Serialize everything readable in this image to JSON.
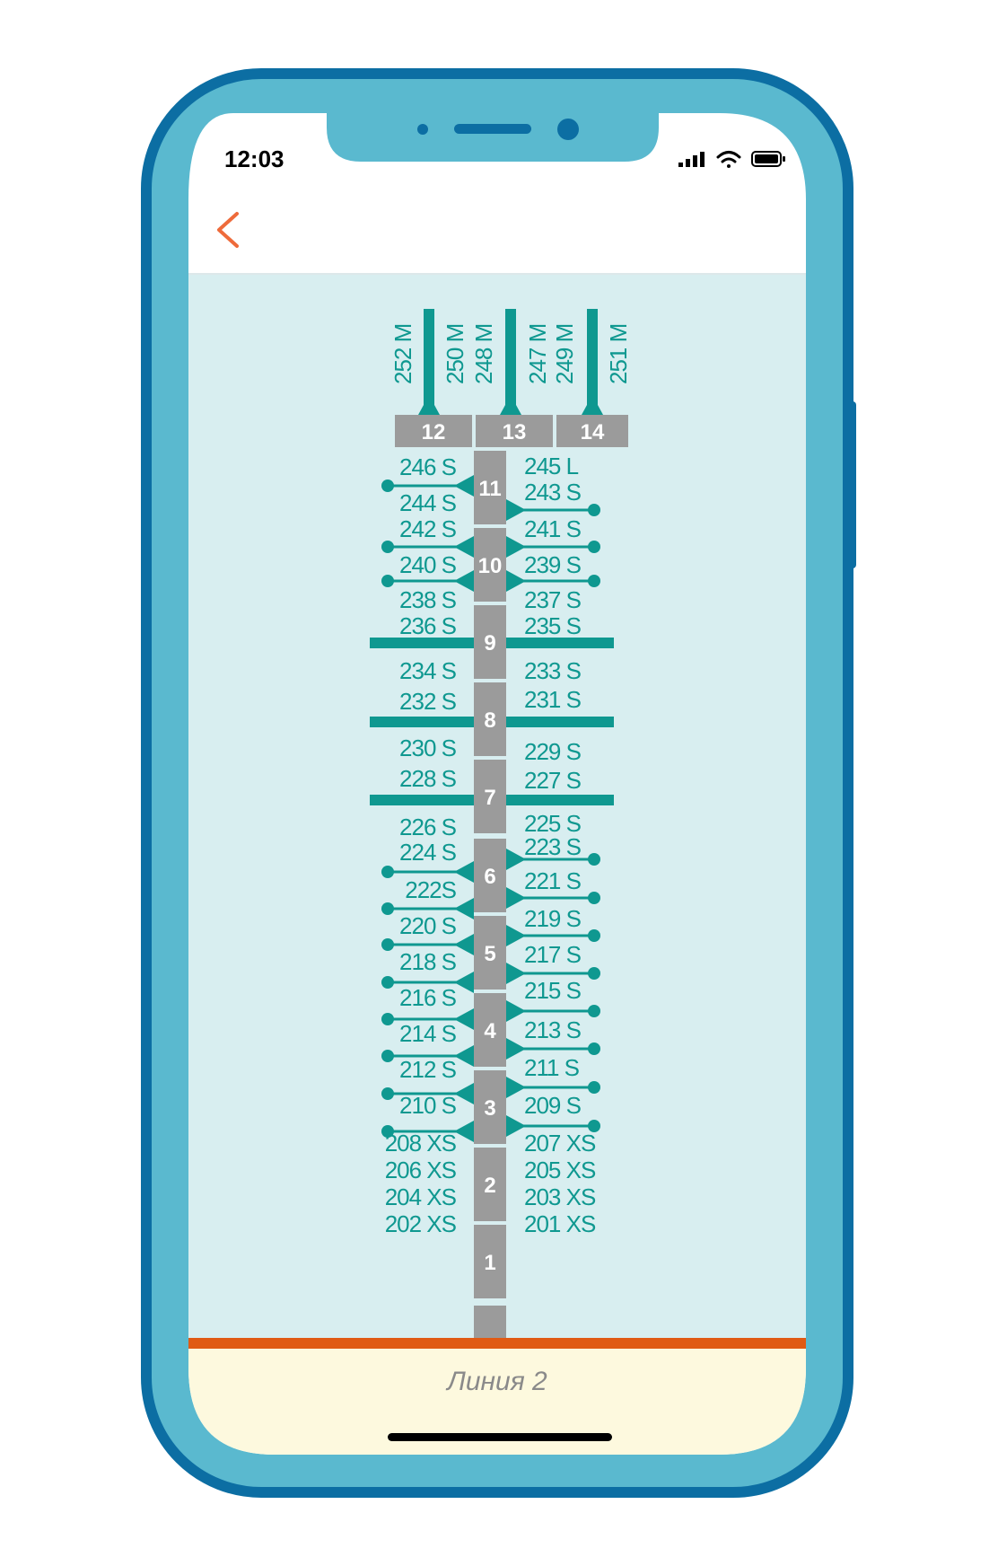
{
  "status_bar": {
    "time": "12:03"
  },
  "footer": {
    "line_label": "Линия 2"
  },
  "colors": {
    "frame": "#0c6ea3",
    "frame_fill": "#5ab9cf",
    "map_bg": "#d8eef0",
    "teal": "#0f9890",
    "segment": "#9b9b9b",
    "accent": "#e05a14",
    "back": "#ee6b3b"
  },
  "top_bays": {
    "segments": [
      "12",
      "13",
      "14"
    ],
    "slots": [
      "252 M",
      "250 M",
      "248 M",
      "247 M",
      "249 M",
      "251 M"
    ]
  },
  "segments": [
    "11",
    "10",
    "9",
    "8",
    "7",
    "6",
    "5",
    "4",
    "3",
    "2",
    "1"
  ],
  "left_slots": [
    "246 S",
    "244 S",
    "242 S",
    "240 S",
    "238 S",
    "236 S",
    "234 S",
    "232 S",
    "230 S",
    "228 S",
    "226 S",
    "224 S",
    "222S",
    "220 S",
    "218 S",
    "216 S",
    "214 S",
    "212 S",
    "210 S",
    "208 XS",
    "206 XS",
    "204 XS",
    "202 XS"
  ],
  "right_slots": [
    "245 L",
    "243 S",
    "241 S",
    "239 S",
    "237 S",
    "235 S",
    "233 S",
    "231 S",
    "229 S",
    "227 S",
    "225 S",
    "223 S",
    "221 S",
    "219 S",
    "217 S",
    "215 S",
    "213 S",
    "211 S",
    "209 S",
    "207 XS",
    "205 XS",
    "203 XS",
    "201 XS"
  ]
}
